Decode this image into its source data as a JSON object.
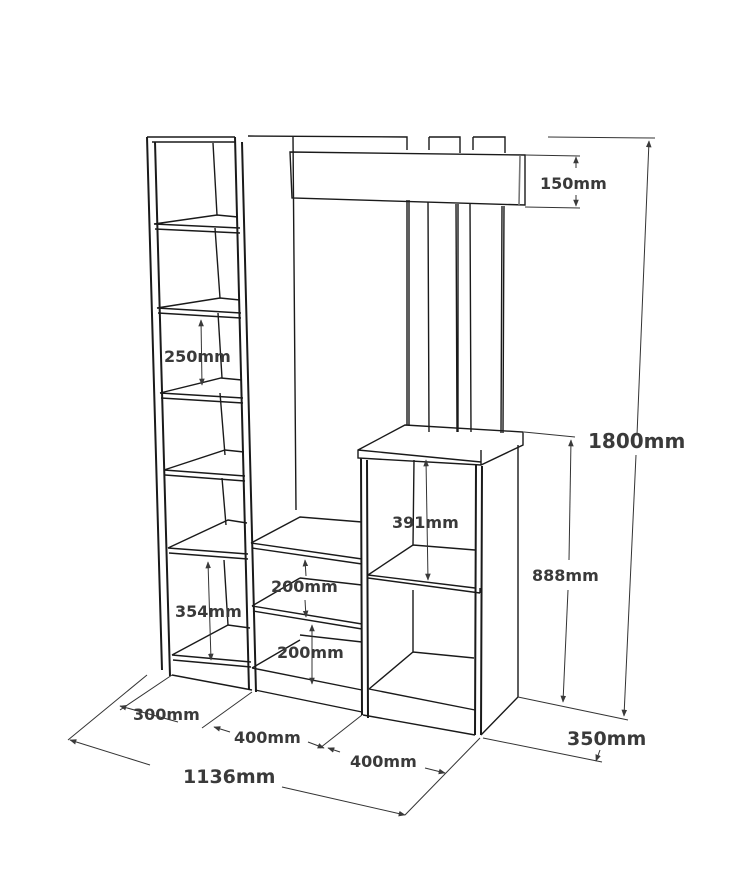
{
  "diagram": {
    "subject": "Hall stand / shoe cabinet with shelves and coat rack",
    "dimensions": {
      "top_panel_height": "150mm",
      "total_height": "1800mm",
      "side_cabinet_height": "888mm",
      "tall_shelf_spacing": "250mm",
      "tall_bottom_compartment": "354mm",
      "middle_shelf_upper": "200mm",
      "middle_shelf_lower": "200mm",
      "side_cabinet_compartment": "391mm",
      "left_depth": "300mm",
      "middle_width": "400mm",
      "right_width": "400mm",
      "total_width": "1136mm",
      "right_depth": "350mm"
    },
    "colors": {
      "line": "#1a1a1a",
      "text": "#3a3a3a",
      "background": "#ffffff"
    }
  }
}
